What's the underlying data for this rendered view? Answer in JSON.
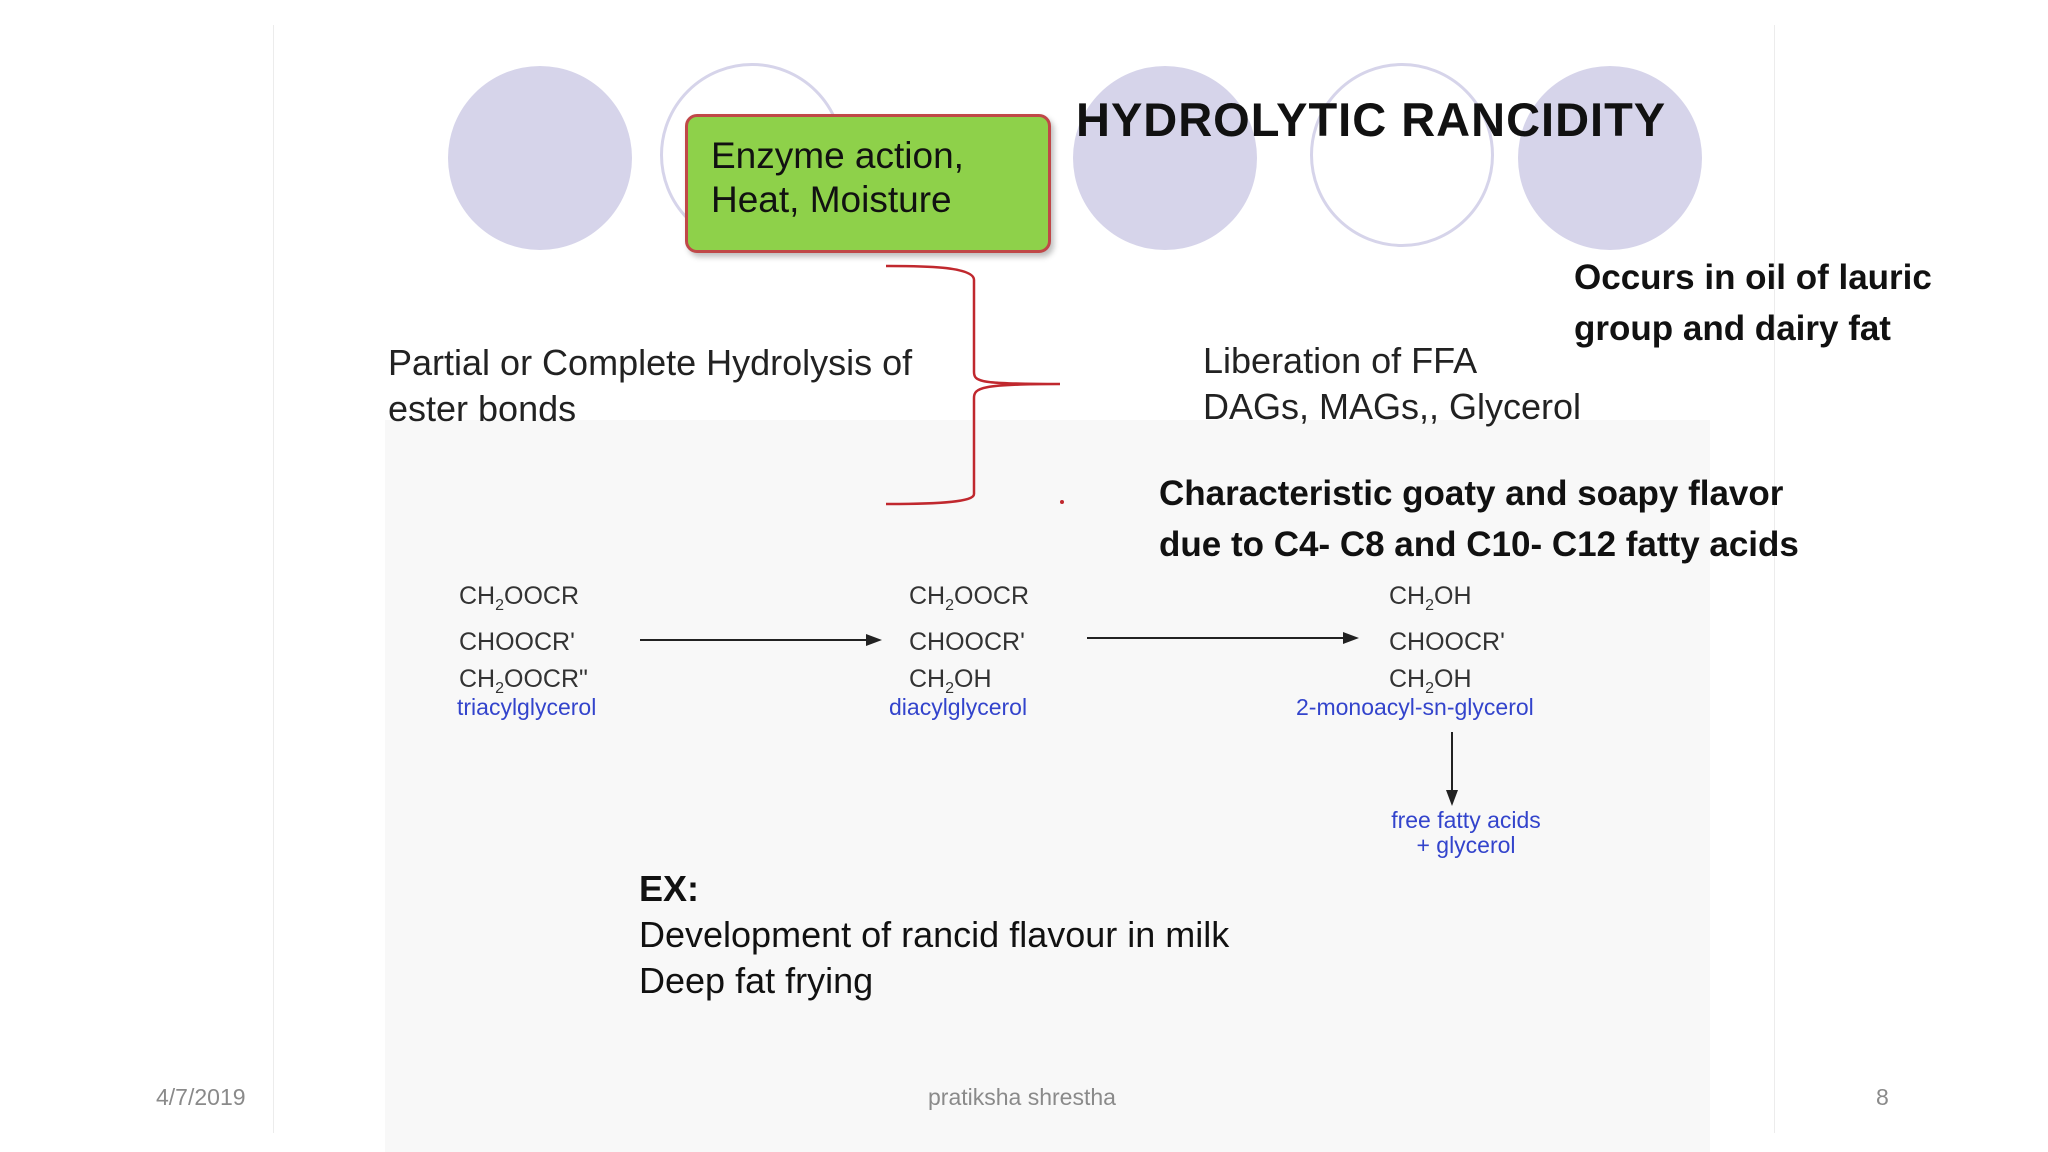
{
  "slide": {
    "title": "HYDROLYTIC RANCIDITY",
    "cause_box": {
      "line1": "Enzyme action,",
      "line2": "Heat, Moisture"
    },
    "left_text": {
      "line1": "Partial or Complete Hydrolysis of",
      "line2": "ester bonds"
    },
    "right_text": {
      "line1": "Liberation of FFA",
      "line2": "DAGs, MAGs,, Glycerol"
    },
    "note_occurs": {
      "line1": "Occurs in oil of lauric",
      "line2": "group and dairy fat"
    },
    "note_flavor": {
      "line1": "Characteristic goaty and soapy flavor",
      "line2": "due to C4- C8 and C10- C12 fatty acids"
    },
    "reaction": {
      "tag": {
        "lines": [
          "CH2OOCR",
          "CHOOCR'",
          "CH2OOCR\""
        ],
        "label": "triacylglycerol"
      },
      "dag": {
        "lines": [
          "CH2OOCR",
          "CHOOCR'",
          "CH2OH"
        ],
        "label": "diacylglycerol"
      },
      "mag": {
        "lines": [
          "CH2OH",
          "CHOOCR'",
          "CH2OH"
        ],
        "label": "2-monoacyl-sn-glycerol"
      },
      "products": {
        "line1": "free fatty acids",
        "line2": "+ glycerol"
      }
    },
    "examples": {
      "heading": "EX:",
      "item1": "Development of rancid flavour in milk",
      "item2": "Deep fat frying"
    }
  },
  "footer": {
    "date": "4/7/2019",
    "author": "pratiksha shrestha",
    "page": "8"
  },
  "colors": {
    "circle": "#d6d4ea",
    "box_fill": "#8ed14a",
    "box_border": "#c04848",
    "brace": "#c0282e",
    "chem_label": "#3344cc"
  }
}
